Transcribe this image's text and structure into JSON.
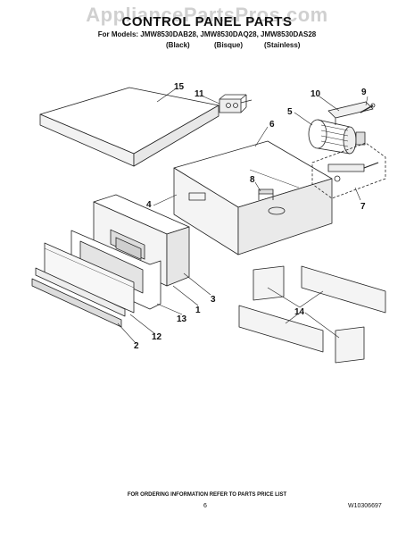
{
  "watermark": "AppliancePartsPros.com",
  "title": "CONTROL PANEL PARTS",
  "models_line": "For Models: JMW8530DAB28, JMW8530DAQ28, JMW8530DAS28",
  "variants": [
    "(Black)",
    "(Bisque)",
    "(Stainless)"
  ],
  "callouts": {
    "c1": "1",
    "c2": "2",
    "c3": "3",
    "c4": "4",
    "c5": "5",
    "c6": "6",
    "c7": "7",
    "c8": "8",
    "c9": "9",
    "c10": "10",
    "c11": "11",
    "c12": "12",
    "c13": "13",
    "c14": "14",
    "c15": "15"
  },
  "footer_note": "FOR ORDERING INFORMATION REFER TO PARTS PRICE LIST",
  "page_number": "6",
  "document_number": "W10306697"
}
